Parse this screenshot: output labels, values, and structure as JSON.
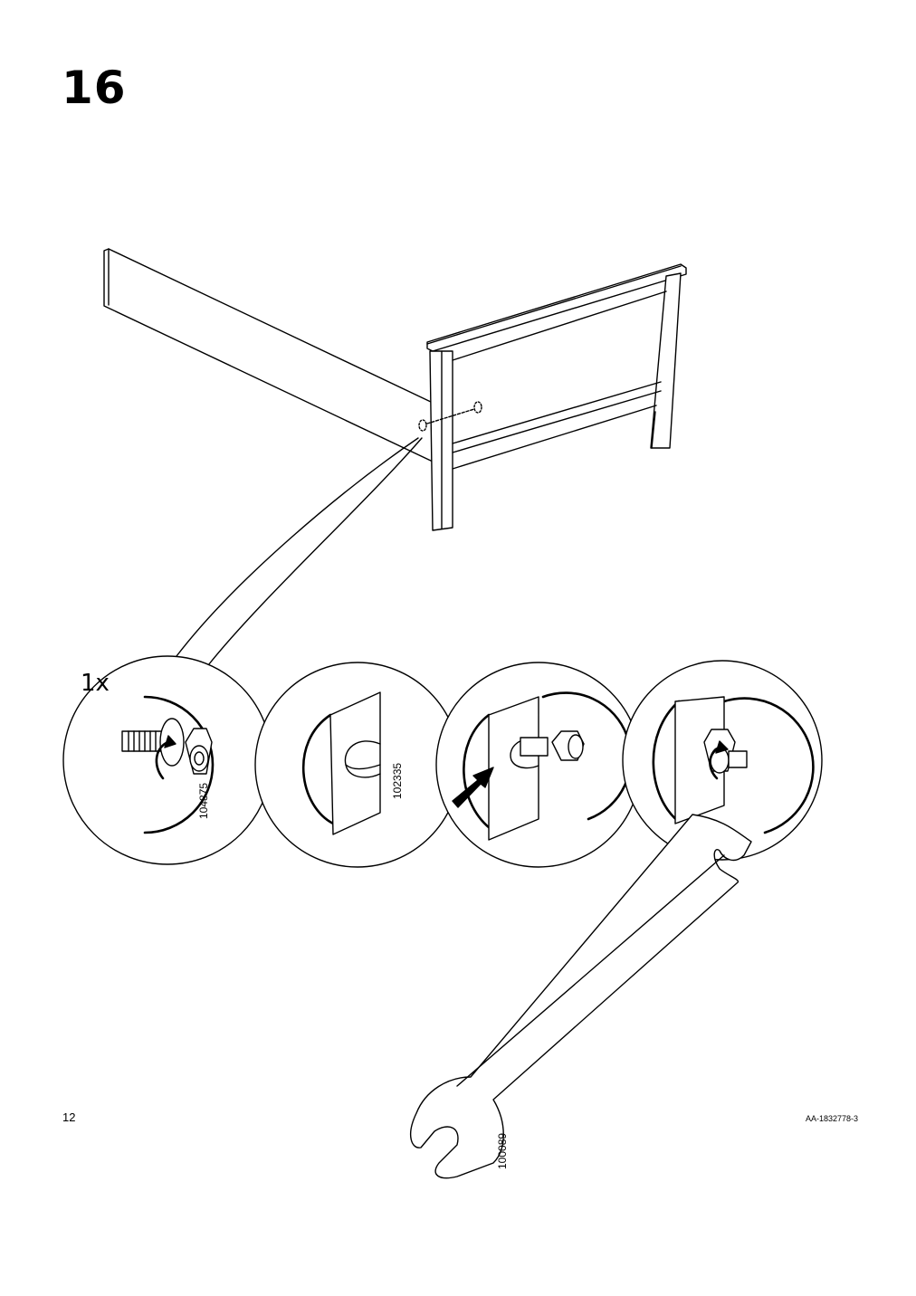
{
  "step": {
    "number": "16"
  },
  "hardware": {
    "quantity": "1x",
    "bolt_part_number": "104875",
    "bracket_part_number": "102335",
    "wrench_part_number": "100089"
  },
  "footer": {
    "page_number": "12",
    "document_id": "AA-1832778-3"
  },
  "icons": [
    "bed-frame-illustration",
    "bolt-and-nut-icon",
    "bracket-slot-icon",
    "insert-arrow-icon",
    "rotate-arrow-icon",
    "wrench-icon"
  ]
}
